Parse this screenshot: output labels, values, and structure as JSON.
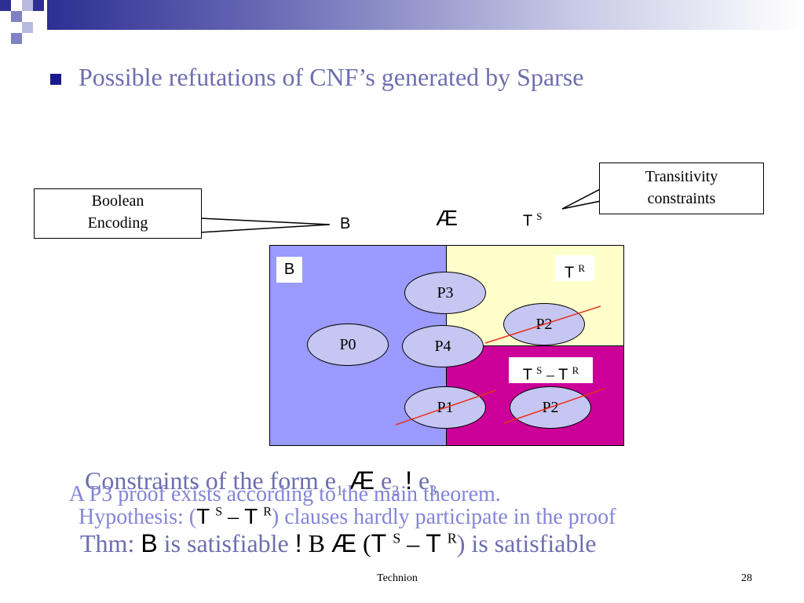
{
  "slide": {
    "title": "Possible refutations of CNF’s generated by Sparse",
    "footer": "Technion",
    "page_number": "28"
  },
  "callouts": {
    "boolean_line1": "Boolean",
    "boolean_line2": "Encoding",
    "transitivity_line1": "Transitivity",
    "transitivity_line2": "constraints"
  },
  "header_row": {
    "b_label": "B",
    "ae_symbol": "Æ",
    "t_label": "T",
    "t_sup": "S"
  },
  "diagram": {
    "b_box_label": "B",
    "tr_label": "T",
    "tr_sup": "R",
    "ts_minus_tr": {
      "t1": "T",
      "sup1": "S",
      "minus": "–",
      "t2": "T",
      "sup2": "R"
    },
    "nodes": {
      "p0": "P0",
      "p1": "P1",
      "p2_upper": "P2",
      "p2_lower": "P2",
      "p3": "P3",
      "p4": "P4"
    },
    "colors": {
      "boolean_region": "#9a9aff",
      "transitivity_region": "#ffffcc",
      "difference_region": "#cc0099",
      "node_fill": "#c6c6f2",
      "strike": "#e8301a"
    }
  },
  "bottom": {
    "constraints": {
      "prefix": "Constraints of the form e",
      "sub1": "1",
      "ae": "Æ",
      "mid_e": "e",
      "sub2": "2",
      "arrow": "!",
      "last_e": "e",
      "sub3": "3"
    },
    "proof_line": "A P3 proof exists according to the main theorem.",
    "hypothesis": {
      "prefix": "Hypothesis: (",
      "t1": "T",
      "sup1": "S",
      "minus": "–",
      "t2": "T",
      "sup2": "R",
      "suffix": ") clauses hardly participate in the proof"
    },
    "theorem": {
      "prefix": "Thm: ",
      "b": "B",
      "mid": " is satisfiable ",
      "arrow": "!",
      "b2": " B ",
      "ae": "Æ",
      "open": " (",
      "t1": "T",
      "sup1": "S",
      "minus": "–",
      "t2": "T",
      "sup2": "R",
      "suffix": ") is satisfiable"
    }
  }
}
